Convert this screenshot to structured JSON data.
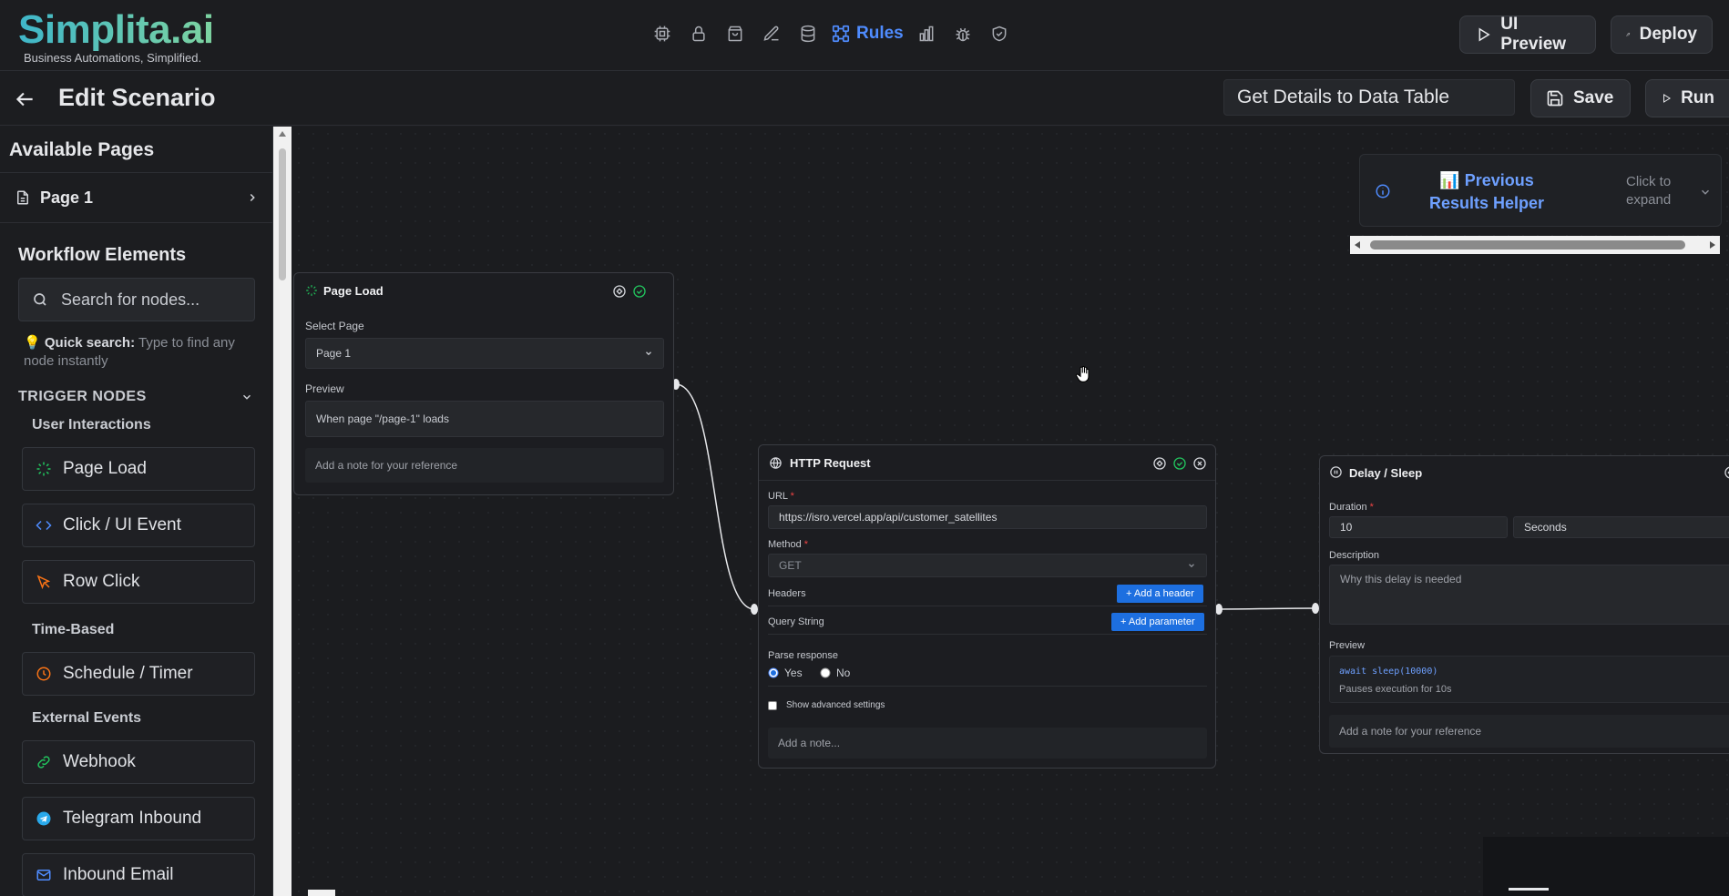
{
  "brand": {
    "name": "Simplita.ai",
    "tagline": "Business Automations, Simplified."
  },
  "nav": {
    "active_label": "Rules",
    "icons": [
      "cpu-icon",
      "lock-icon",
      "shopping-bag-icon",
      "edit-icon",
      "database-icon",
      "rules-icon",
      "bar-chart-icon",
      "bug-icon",
      "shield-icon"
    ]
  },
  "header_actions": {
    "ui_preview": "UI Preview",
    "deploy": "Deploy"
  },
  "subheader": {
    "title": "Edit Scenario",
    "scenario_name": "Get Details to Data Table",
    "save": "Save",
    "run": "Run"
  },
  "sidebar": {
    "pages_heading": "Available Pages",
    "pages": [
      {
        "label": "Page 1"
      }
    ],
    "elements_heading": "Workflow Elements",
    "search_placeholder": "Search for nodes...",
    "quick_search_label": "Quick search:",
    "quick_search_hint": "Type to find any node instantly",
    "section": "TRIGGER NODES",
    "categories": {
      "user": "User Interactions",
      "time": "Time-Based",
      "external": "External Events"
    },
    "nodes": {
      "page_load": "Page Load",
      "click": "Click / UI Event",
      "row_click": "Row Click",
      "schedule": "Schedule / Timer",
      "webhook": "Webhook",
      "telegram": "Telegram Inbound",
      "email": "Inbound Email"
    }
  },
  "helper": {
    "title": "Previous Results Helper",
    "hint": "Click to expand"
  },
  "page_load_node": {
    "title": "Page Load",
    "select_label": "Select Page",
    "select_value": "Page 1",
    "preview_label": "Preview",
    "preview_text": "When page \"/page-1\" loads",
    "note": "Add a note for your reference"
  },
  "http_node": {
    "title": "HTTP Request",
    "url_label": "URL",
    "url": "https://isro.vercel.app/api/customer_satellites",
    "method_label": "Method",
    "method": "GET",
    "headers_label": "Headers",
    "add_header": "+ Add a header",
    "query_label": "Query String",
    "add_param": "+ Add parameter",
    "parse_label": "Parse response",
    "yes": "Yes",
    "no": "No",
    "advanced": "Show advanced settings",
    "note": "Add a note..."
  },
  "delay_node": {
    "title": "Delay / Sleep",
    "duration_label": "Duration",
    "duration": "10",
    "unit": "Seconds",
    "description_label": "Description",
    "description_placeholder": "Why this delay is needed",
    "preview_label": "Preview",
    "code": "await sleep(10000)",
    "code_desc": "Pauses execution for 10s",
    "note": "Add a note for your reference"
  },
  "colors": {
    "accent": "#4f8cff",
    "success": "#22c55e",
    "button_blue": "#1d6fe0",
    "background": "#1b1c1f"
  }
}
